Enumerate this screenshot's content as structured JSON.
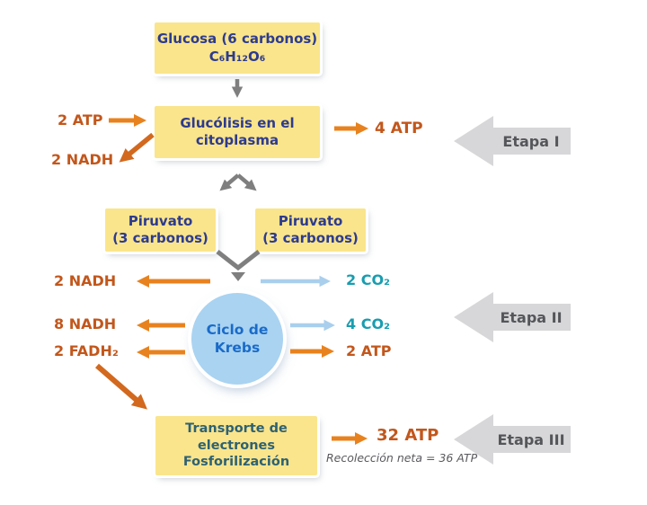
{
  "colors": {
    "box_fill": "#FAE58C",
    "box_text_navy": "#2D3B8E",
    "transport_text_teal": "#2E6172",
    "krebs_fill": "#A9D3F1",
    "krebs_text_blue": "#1A6BC9",
    "orange_label": "#C2571C",
    "orange_arrow": "#E8821E",
    "orange_arrow_dark": "#D2691E",
    "teal_label": "#189DB0",
    "light_blue_arrow": "#A9CFED",
    "gray_arrow": "#7F7F7F",
    "stage_arrow_fill": "#D7D7D9",
    "stage_text": "#55565A"
  },
  "nodes": {
    "glucosa": {
      "lines": [
        "Glucosa (6 carbonos)",
        "C₆H₁₂O₆"
      ]
    },
    "glucolisis": {
      "lines": [
        "Glucólisis en el",
        "citoplasma"
      ]
    },
    "piruvato_izq": {
      "lines": [
        "Piruvato",
        "(3 carbonos)"
      ]
    },
    "piruvato_der": {
      "lines": [
        "Piruvato",
        "(3 carbonos)"
      ]
    },
    "krebs": {
      "lines": [
        "Ciclo de",
        "Krebs"
      ]
    },
    "transporte": {
      "lines": [
        "Transporte de",
        "electrones",
        "Fosforilización"
      ]
    }
  },
  "io_labels": {
    "glucolisis_atp_in": "2 ATP",
    "glucolisis_nadh_out": "2 NADH",
    "glucolisis_atp_out": "4 ATP",
    "piruvato_nadh_out": "2 NADH",
    "piruvato_co2_out": "2 CO₂",
    "krebs_nadh_out": "8 NADH",
    "krebs_fadh2_out": "2 FADH₂",
    "krebs_co2_out": "4 CO₂",
    "krebs_atp_out": "2 ATP",
    "transporte_atp_out": "32 ATP",
    "net_total": "Recolección neta = 36 ATP"
  },
  "stages": {
    "stage1": "Etapa I",
    "stage2": "Etapa II",
    "stage3": "Etapa III"
  }
}
